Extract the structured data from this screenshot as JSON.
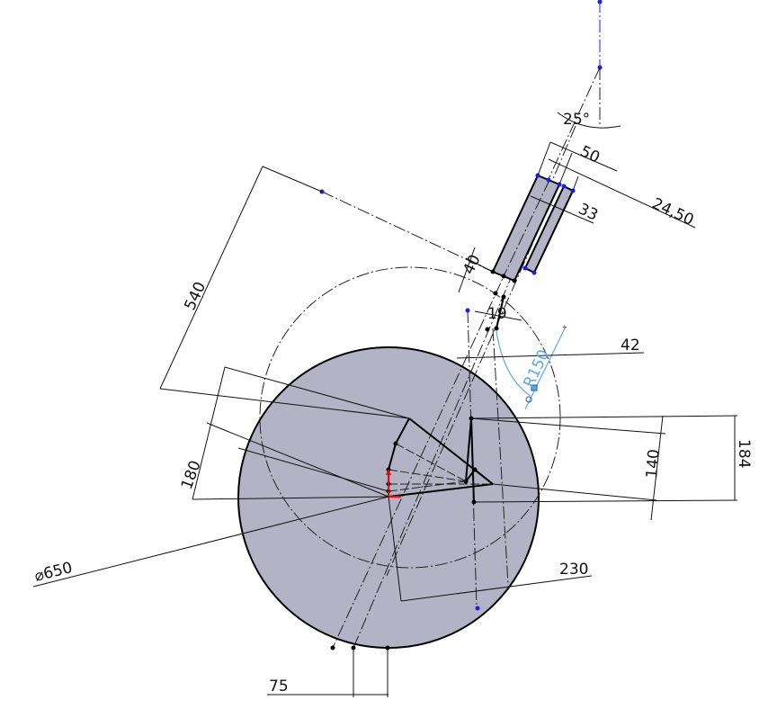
{
  "sketch": {
    "colors": {
      "body_fill": "#b3b3c5",
      "selected": "#1a1aff",
      "relation": "#5aa9f0",
      "origin": "#ff0000"
    },
    "dimensions": {
      "angle": "25°",
      "slot_width": "50",
      "inner_width": "33",
      "offset": "24,50",
      "slot_bottom": "40",
      "small_gap": "19",
      "horizontal_42": "42",
      "radius": "R150",
      "length_540": "540",
      "length_180": "180",
      "vertical_140": "140",
      "vertical_184": "184",
      "diameter": "⌀650",
      "horizontal_230": "230",
      "horizontal_75": "75"
    }
  }
}
